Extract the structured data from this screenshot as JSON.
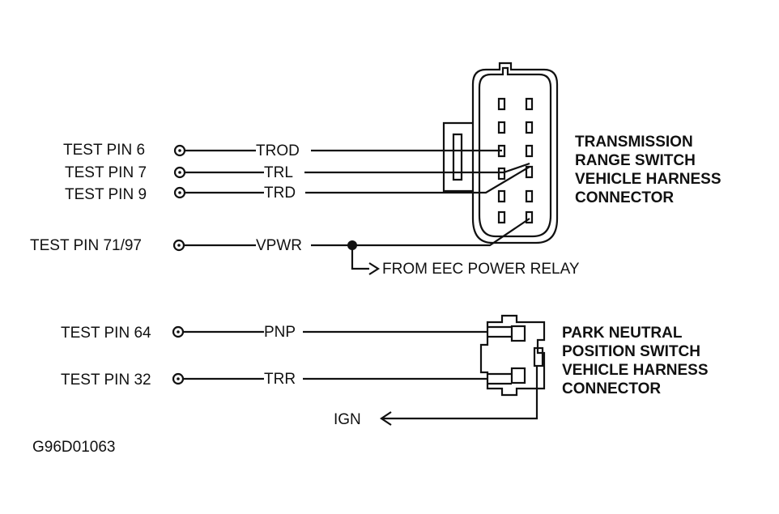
{
  "test_pins": {
    "pin6": "TEST PIN 6",
    "pin7": "TEST PIN 7",
    "pin9": "TEST PIN 9",
    "pin71_97": "TEST PIN 71/97",
    "pin64": "TEST PIN 64",
    "pin32": "TEST PIN 32"
  },
  "wires": {
    "trod": "TROD",
    "trl": "TRL",
    "trd": "TRD",
    "vpwr": "VPWR",
    "pnp": "PNP",
    "trr": "TRR"
  },
  "notes": {
    "eec_relay": "FROM EEC POWER RELAY",
    "ign": "IGN"
  },
  "connectors": {
    "trs": [
      "TRANSMISSION",
      "RANGE SWITCH",
      "VEHICLE HARNESS",
      "CONNECTOR"
    ],
    "pnp": [
      "PARK NEUTRAL",
      "POSITION SWITCH",
      "VEHICLE HARNESS",
      "CONNECTOR"
    ]
  },
  "figure_id": "G96D01063"
}
